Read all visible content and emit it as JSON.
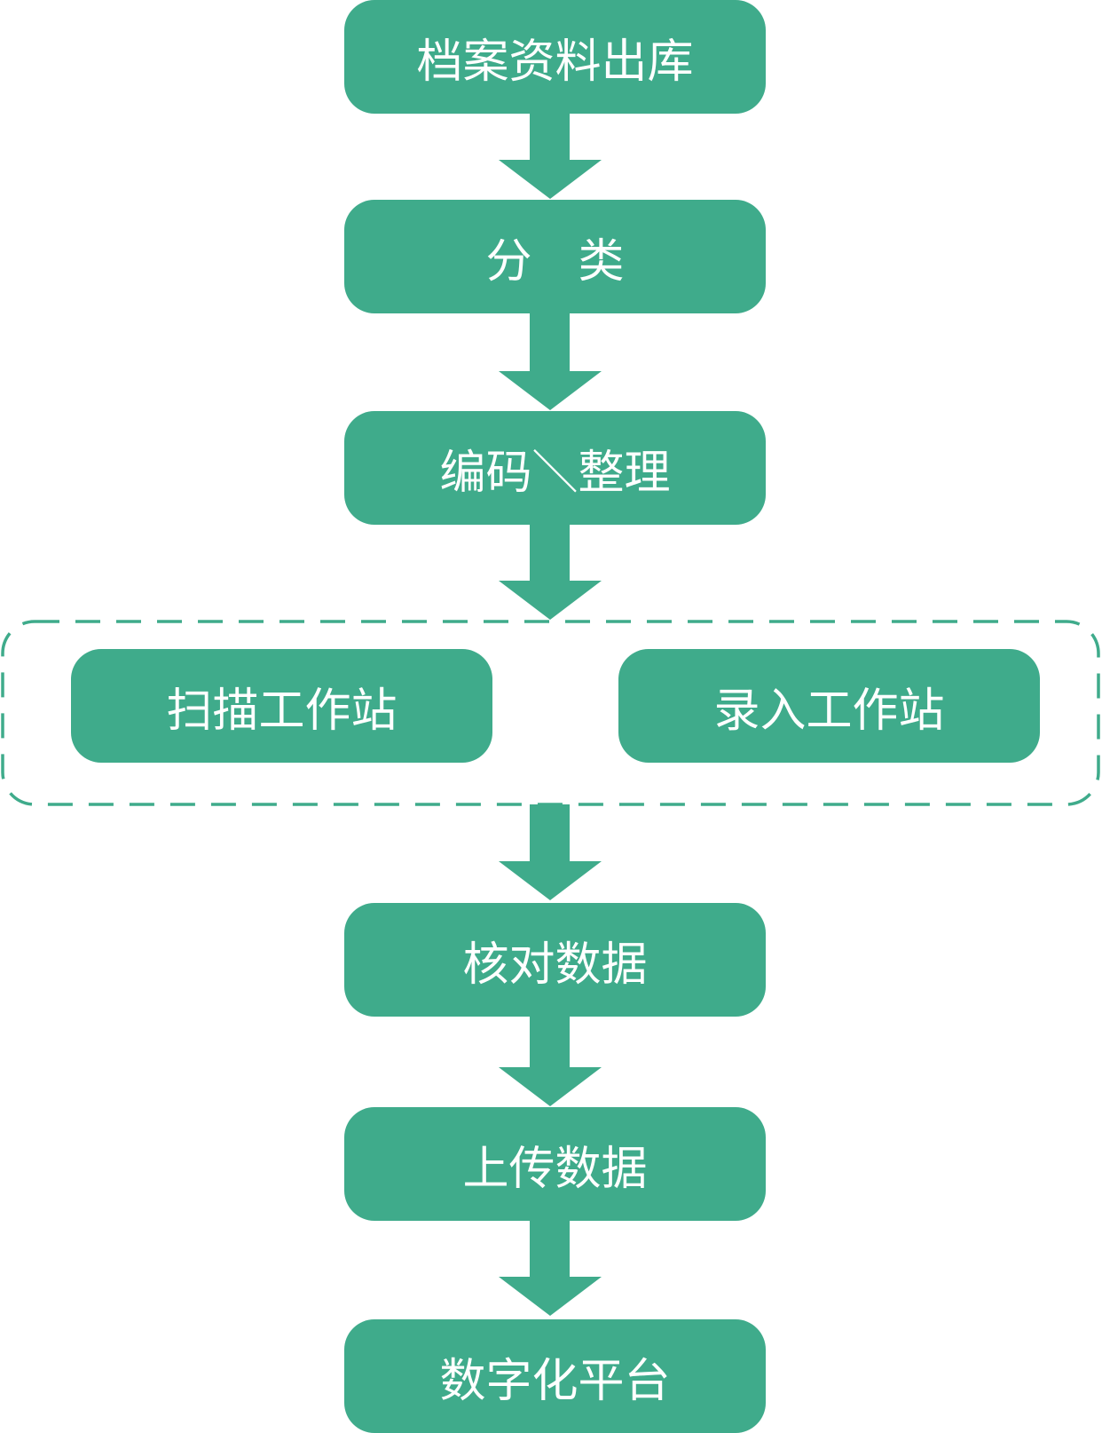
{
  "colors": {
    "node_fill": "#3fab8b",
    "node_text": "#ffffff",
    "dashed_border": "#3fab8b",
    "background": "#ffffff"
  },
  "nodes": {
    "archive_out": "档案资料出库",
    "classify": "分　类",
    "encode": "编码＼整理",
    "scan_station": "扫描工作站",
    "entry_station": "录入工作站",
    "verify": "核对数据",
    "upload": "上传数据",
    "platform": "数字化平台"
  }
}
